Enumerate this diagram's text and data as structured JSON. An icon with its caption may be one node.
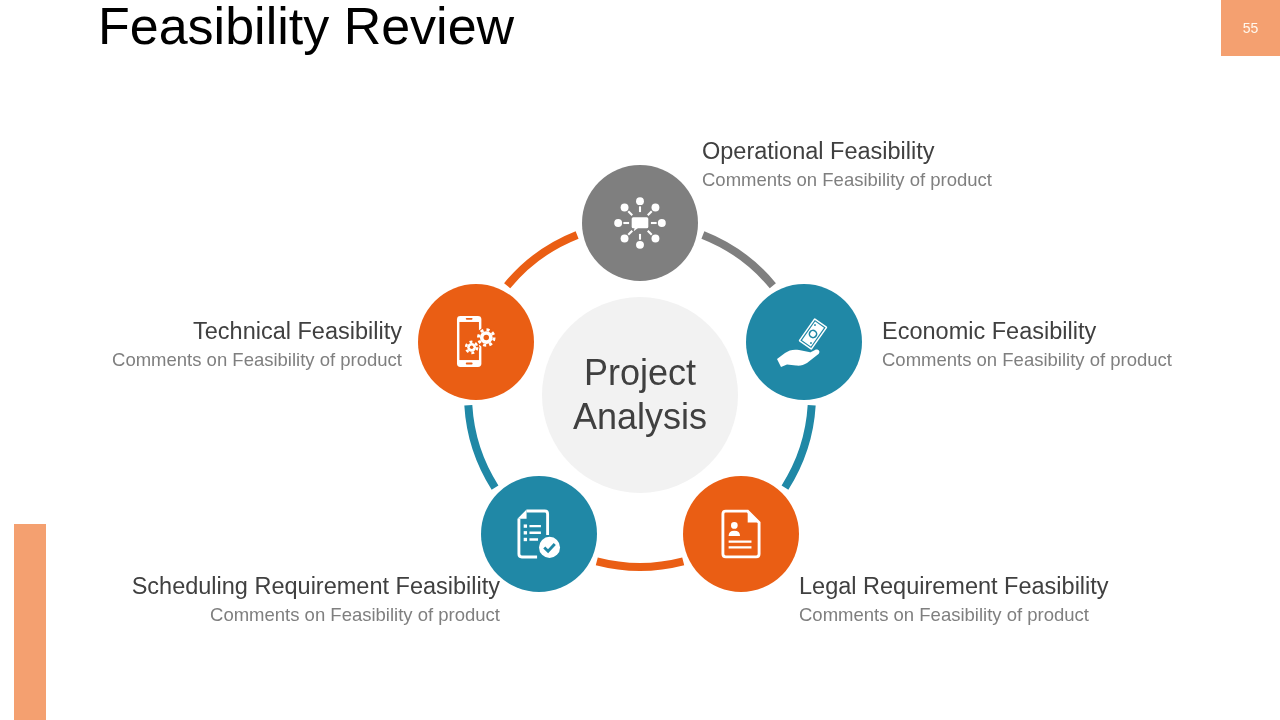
{
  "diagram": {
    "title": "Feasibility Review",
    "nodes": [
      {
        "text": [
          "Project Analysis"
        ]
      },
      {
        "text": [],
        "shape": "circle",
        "beside": [
          "Operational Feasibility",
          "Comments on Feasibility of product"
        ]
      },
      {
        "text": [],
        "shape": "circle",
        "beside": [
          "Technical Feasibility",
          "Comments on Feasibility of product"
        ]
      },
      {
        "text": [],
        "shape": "circle",
        "beside": [
          "Economic Feasibility",
          "Comments on Feasibility of product"
        ]
      },
      {
        "text": [],
        "shape": "circle",
        "beside": [
          "Scheduling Requirement Feasibility",
          "Comments on Feasibility of product"
        ]
      },
      {
        "text": [],
        "shape": "circle",
        "beside": [
          "Legal Requirement Feasibility",
          "Comments on Feasibility of product"
        ]
      },
      {
        "text": [],
        "shape": "bar"
      }
    ],
    "edges": [
      {
        "from": 1,
        "to": 3,
        "arrow": "none",
        "color": "#7f7f7f"
      },
      {
        "from": 3,
        "to": 5,
        "arrow": "none",
        "color": "#2088a6"
      },
      {
        "from": 5,
        "to": 4,
        "arrow": "none",
        "color": "#ea5e14"
      },
      {
        "from": 4,
        "to": 2,
        "arrow": "none",
        "color": "#2088a6"
      },
      {
        "from": 2,
        "to": 1,
        "arrow": "none",
        "color": "#ea5e14"
      }
    ],
    "labels": [
      "55"
    ]
  }
}
